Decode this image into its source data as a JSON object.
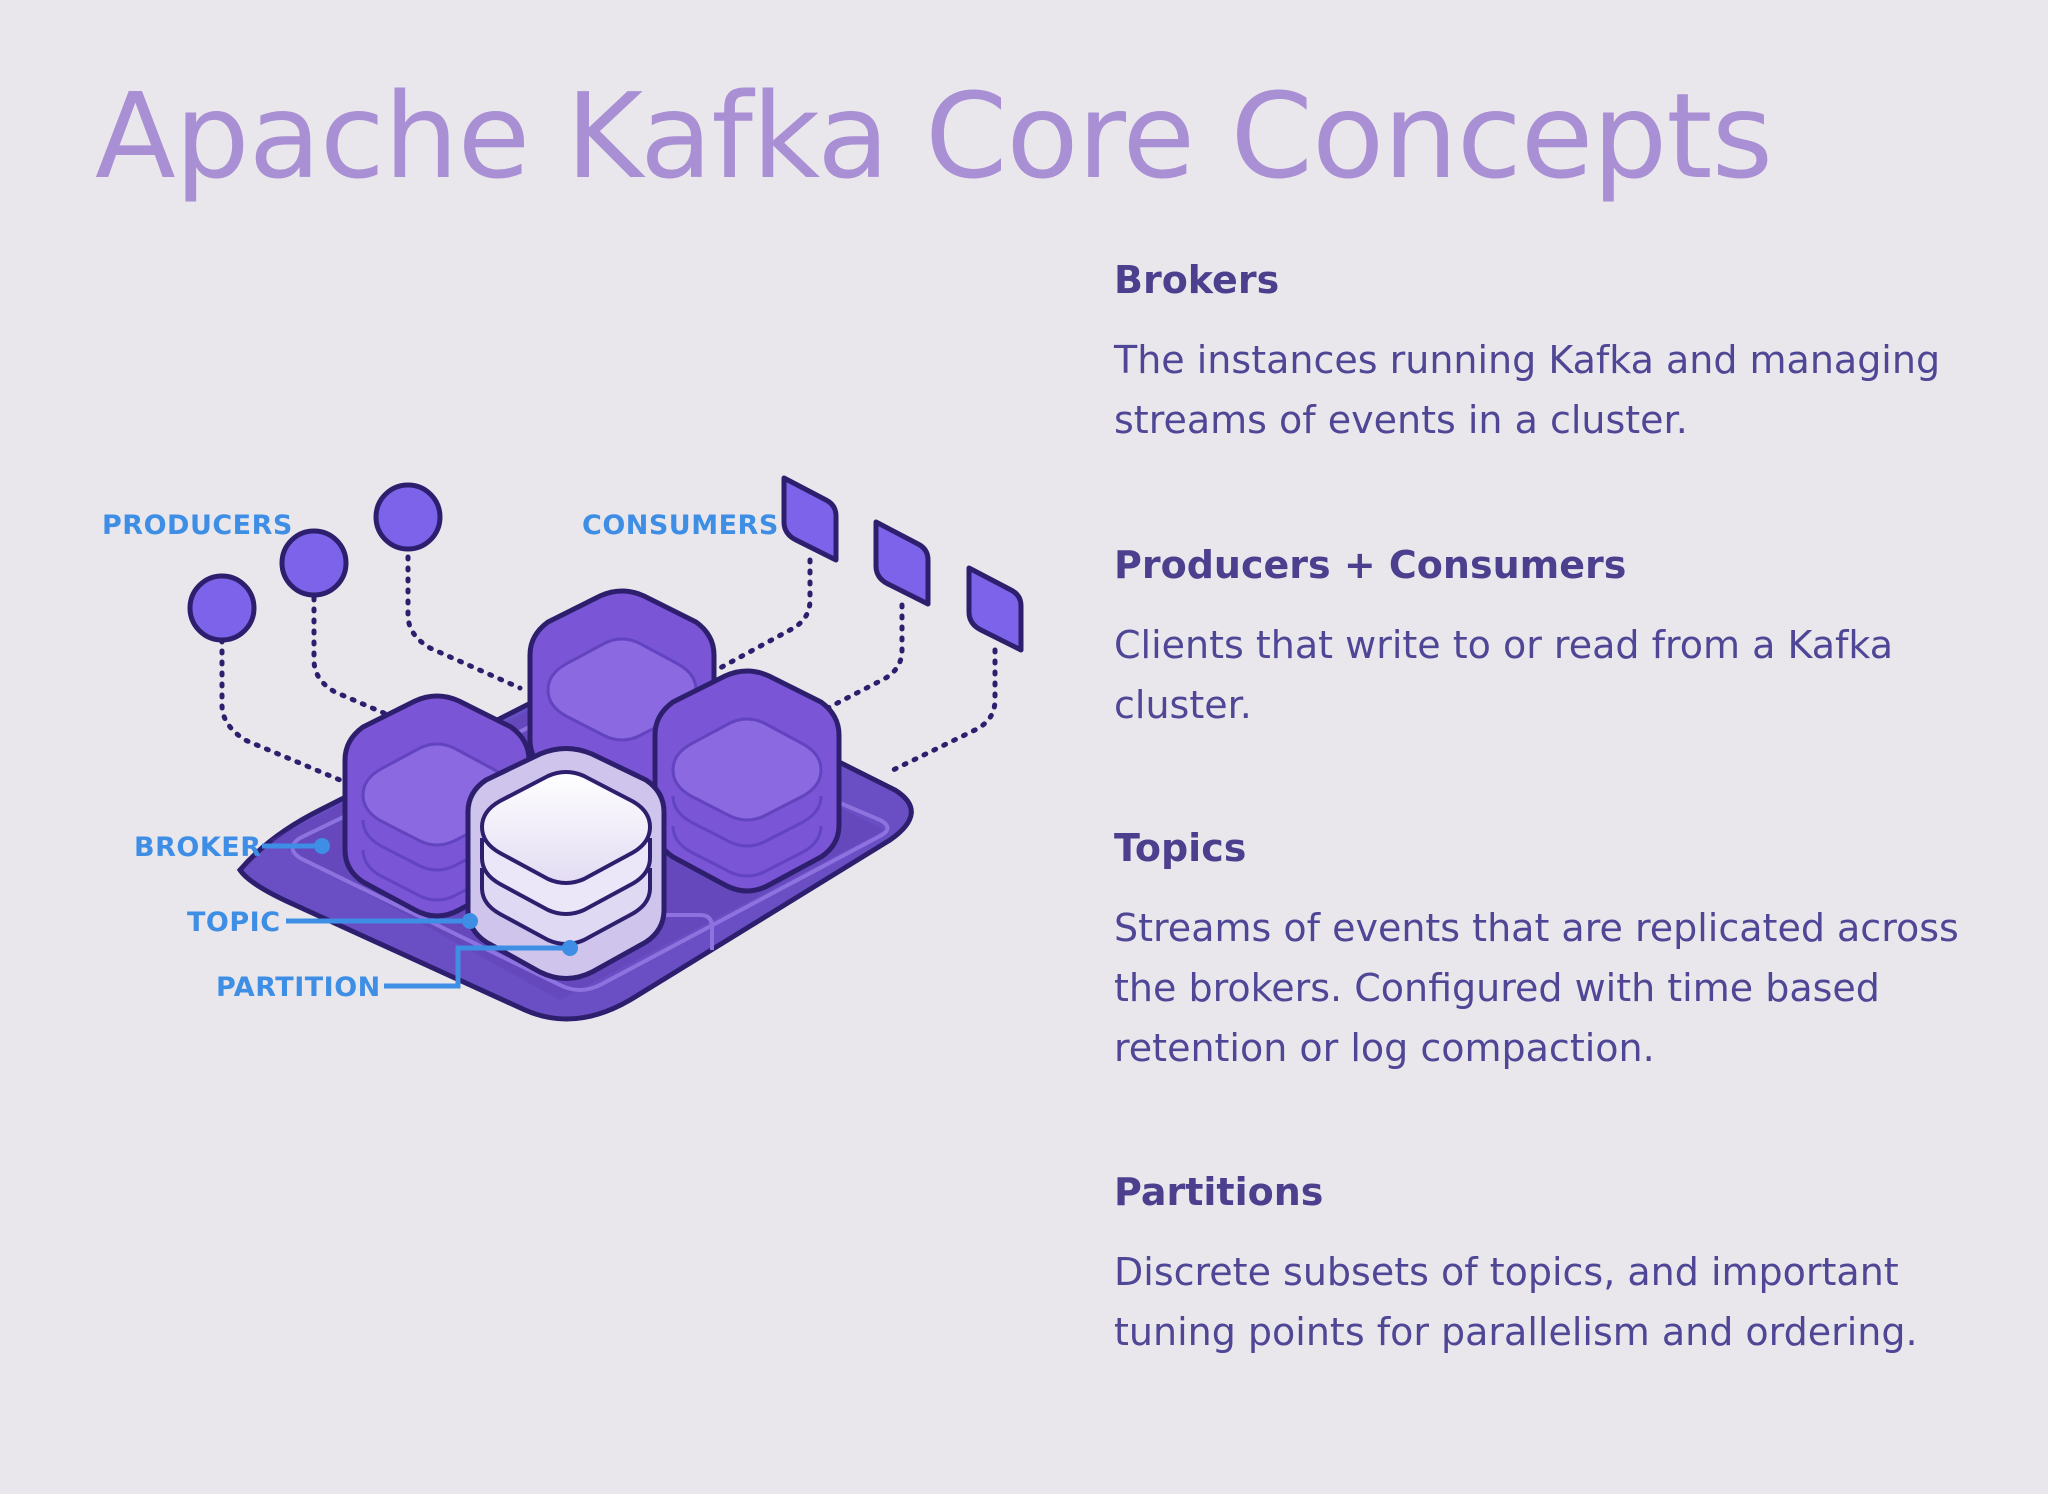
{
  "title": "Apache Kafka Core Concepts",
  "diagram": {
    "labels": {
      "producers": "PRODUCERS",
      "consumers": "CONSUMERS",
      "broker": "BROKER",
      "topic": "TOPIC",
      "partition": "PARTITION"
    },
    "colors": {
      "title": "#a98fd3",
      "label": "#3d8ee4",
      "outline": "#2e1f6e",
      "broker_fill": "#7a55d6",
      "platform": "#6a4ec4",
      "topic_fill": "#ffffff"
    }
  },
  "concepts": [
    {
      "heading": "Brokers",
      "description": "The instances running Kafka and managing streams of events in a cluster."
    },
    {
      "heading": "Producers + Consumers",
      "description": "Clients that write to or read from a Kafka cluster."
    },
    {
      "heading": "Topics",
      "description": "Streams of events that are replicated across the brokers. Configured with time based retention or log compaction."
    },
    {
      "heading": "Partitions",
      "description": "Discrete subsets of topics, and important tuning points for parallelism and ordering."
    }
  ]
}
